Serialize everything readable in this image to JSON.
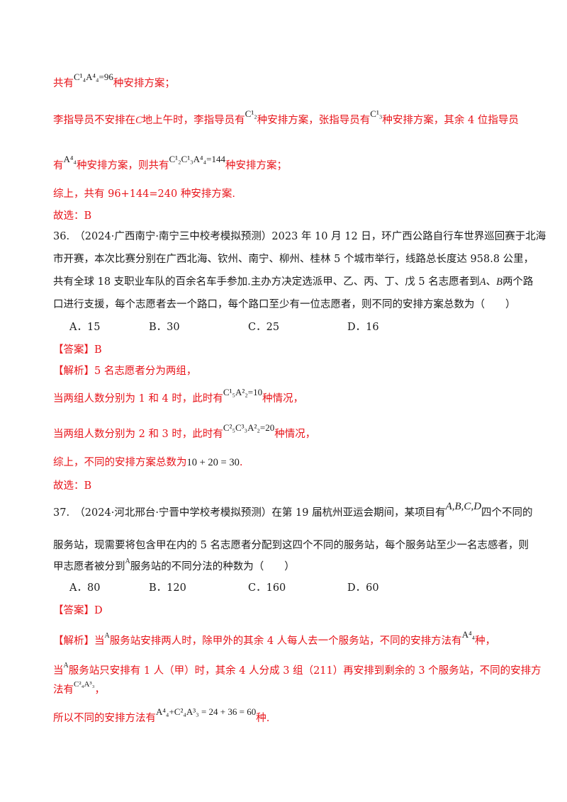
{
  "l1": {
    "pre": "共有",
    "math": "C¹₄A⁴₄=96",
    "post": "种安排方案；"
  },
  "l2": {
    "a": "李指导员不安排在",
    "b": "C",
    "c": "地上午时，李指导员有",
    "m1": "C¹₂",
    "d": "种安排方案，张指导员有",
    "m2": "C¹₃",
    "e": "种安排方案，其余 4 位指导员"
  },
  "l3": {
    "a": "有",
    "m1": "A⁴₄",
    "b": "种安排方案，则共有",
    "m2": "C¹₂C¹₃A⁴₄=144",
    "c": "种安排方案；"
  },
  "l4": "综上，共有 96+144=240 种安排方案.",
  "l5": "故选：B",
  "q36": {
    "line1": "36.　（2024·广西南宁·南宁三中校考模拟预测）2023 年 10 月 12 日，环广西公路自行车世界巡回赛于北海",
    "line2": "市开赛，本次比赛分别在广西北海、钦州、南宁、柳州、桂林 5 个城市举行，线路总长度达 958.8 公里，",
    "line3a": "共有全球 18 支职业车队的百余名车手参加.主办方决定选派甲、乙、丙、丁、戊 5 名志愿者到",
    "line3b": "A",
    "line3c": "、",
    "line3d": "B",
    "line3e": "两个路",
    "line4": "口进行支援，每个志愿者去一个路口，每个路口至少有一位志愿者，则不同的安排方案总数为（　　）",
    "options": [
      "A．15",
      "B．30",
      "C．25",
      "D．16"
    ],
    "answer_label": "【答案】B",
    "analysis": "【解析】5 名志愿者分为两组，",
    "s1_pre": "当两组人数分别为 1 和 4 时，此时有",
    "s1_math": "C¹₅A²₂=10",
    "s1_post": "种情况，",
    "s2_pre": "当两组人数分别为 2 和 3 时，此时有",
    "s2_math": "C²₅C³₃A²₂=20",
    "s2_post": "种情况，",
    "s3_pre": "综上，不同的安排方案总数为",
    "s3_math": "10 + 20 = 30",
    "s3_post": ".",
    "choose": "故选：B"
  },
  "q37": {
    "line1a": "37.　（2024·河北邢台·宁晋中学校考模拟预测）在第 19 届杭州亚运会期间，某项目有",
    "line1m": "A,B,C,D",
    "line1b": "四个不同的",
    "line2": "服务站，现需要将包含甲在内的 5 名志愿者分配到这四个不同的服务站，每个服务站至少一名志感者，则",
    "line3a": "甲志愿者被分到",
    "line3m": "A",
    "line3b": "服务站的不同分法的种数为（　　）",
    "options": [
      "A．80",
      "B．120",
      "C．160",
      "D．60"
    ],
    "answer_label": "【答案】D",
    "a1_pre": "【解析】当",
    "a1_m": "A",
    "a1_mid": "服务站安排两人时，除甲外的其余 4 人每人去一个服务站，不同的安排方法有",
    "a1_m2": "A⁴₄",
    "a1_post": "种，",
    "a2_pre": "当",
    "a2_m": "A",
    "a2_post": "服务站只安排有 1 人（甲）时，其余 4 人分成 3 组（211）再安排到剩余的 3 个服务站，不同的安排方",
    "a3_pre": "法有",
    "a3_m": "C²₄A³₃",
    "a3_post": "，",
    "a4_pre": "所以不同的安排方法有",
    "a4_m": "A⁴₄+C²₄A³₃ = 24 + 36 = 60",
    "a4_post": "种."
  }
}
